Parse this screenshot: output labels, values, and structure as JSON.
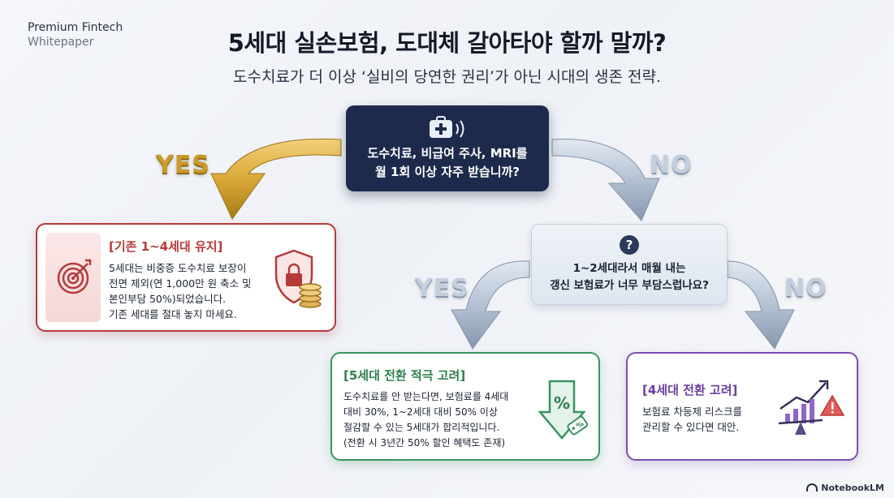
{
  "brand": {
    "line1": "Premium Fintech",
    "line2": "Whitepaper"
  },
  "title": "5세대 실손보험, 도대체 갈아타야 할까 말까?",
  "subtitle": "도수치료가 더 이상 ‘실비의 당연한 권리’가 아닌 시대의 생존 전략.",
  "question1": {
    "line1": "도수치료, 비급여 주사, MRI를",
    "line2": "월 1회 이상 자주 받습니까?"
  },
  "question2": {
    "icon": "?",
    "line1": "1~2세대라서 매월 내는",
    "line2": "갱신 보험료가 너무 부담스럽나요?"
  },
  "labels": {
    "yes1": "YES",
    "no1": "NO",
    "yes2": "YES",
    "no2": "NO"
  },
  "card_keep": {
    "title": "[기존 1~4세대 유지]",
    "lines": [
      "5세대는 비중증 도수치료 보장이",
      "전면 제외(연 1,000만 원 축소 및",
      "본인부담 50%)되었습니다.",
      "기존 세대를 절대 놓지 마세요."
    ]
  },
  "card_switch": {
    "title": "[5세대 전환 적극 고려]",
    "lines": [
      "도수치료를 안 받는다면, 보험료를 4세대",
      "대비 30%, 1~2세대 대비 50% 이상",
      "절감할 수 있는 5세대가 합리적입니다.",
      "(전환 시 3년간 50% 할인 혜택도 존재)"
    ]
  },
  "card_4th": {
    "title": "[4세대 전환 고려]",
    "lines": [
      "보험료 차등제 리스크를",
      "관리할 수 있다면 대안."
    ]
  },
  "colors": {
    "navy": "#1d2a4b",
    "red": "#b53a3a",
    "green": "#3a9460",
    "purple": "#7a4eaf",
    "gold": "#c99a2c"
  },
  "icons": [
    "medical-kit-icon",
    "question-icon",
    "target-icon",
    "shield-lock-coins-icon",
    "percent-down-arrow-icon",
    "balance-chart-warning-icon"
  ],
  "footer": "NotebookLM"
}
